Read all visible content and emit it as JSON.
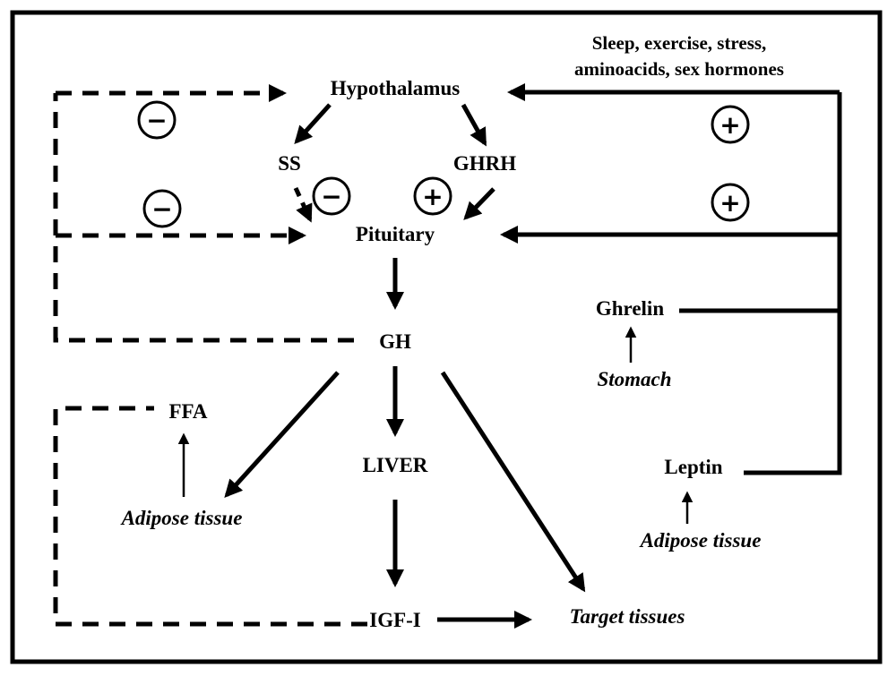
{
  "nodes": {
    "hypothalamus": "Hypothalamus",
    "ss": "SS",
    "ghrh": "GHRH",
    "pituitary": "Pituitary",
    "gh": "GH",
    "liver": "LIVER",
    "igf1": "IGF-I",
    "target_tissues": "Target tissues",
    "ffa": "FFA",
    "adipose_left": "Adipose tissue",
    "ghrelin": "Ghrelin",
    "stomach": "Stomach",
    "leptin": "Leptin",
    "adipose_right": "Adipose tissue"
  },
  "stimuli": {
    "line1": "Sleep, exercise, stress,",
    "line2": "aminoacids, sex hormones"
  },
  "signs": {
    "minus": "−",
    "plus": "+"
  }
}
